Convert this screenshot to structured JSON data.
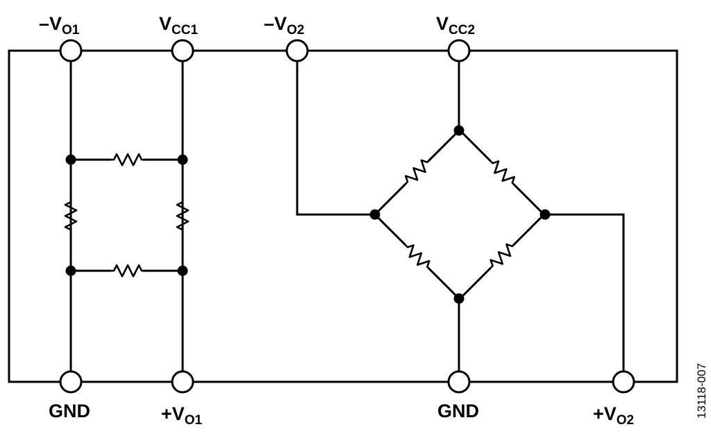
{
  "top_terminals": [
    {
      "prefix": "–V",
      "sub": "O1"
    },
    {
      "prefix": "V",
      "sub": "CC1"
    },
    {
      "prefix": "–V",
      "sub": "O2"
    },
    {
      "prefix": "V",
      "sub": "CC2"
    }
  ],
  "bottom_terminals": [
    {
      "prefix": "GND",
      "sub": ""
    },
    {
      "prefix": "+V",
      "sub": "O1"
    },
    {
      "prefix": "GND",
      "sub": ""
    },
    {
      "prefix": "+V",
      "sub": "O2"
    }
  ],
  "figure_code": "13118-007",
  "colors": {
    "line": "#000000",
    "background": "#ffffff"
  }
}
